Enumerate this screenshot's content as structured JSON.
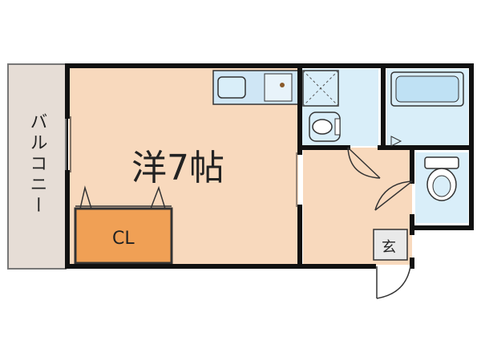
{
  "floorplan": {
    "rooms": {
      "western_room": {
        "label": "洋7帖",
        "type": "western"
      },
      "closet": {
        "label": "CL"
      },
      "balcony": {
        "label": "バルコニー"
      },
      "entrance": {
        "label": "玄"
      }
    },
    "fixtures": [
      "kitchen-sink",
      "stove",
      "washer-space",
      "toilet",
      "bathtub",
      "toilet",
      "doors"
    ],
    "colors": {
      "room_floor": "#F8D9BD",
      "wet_area": "#D9EEF9",
      "closet": "#F0A055",
      "balcony": "#E6DDD6",
      "wall": "#111111",
      "entrance": "#E9E9E9"
    }
  }
}
